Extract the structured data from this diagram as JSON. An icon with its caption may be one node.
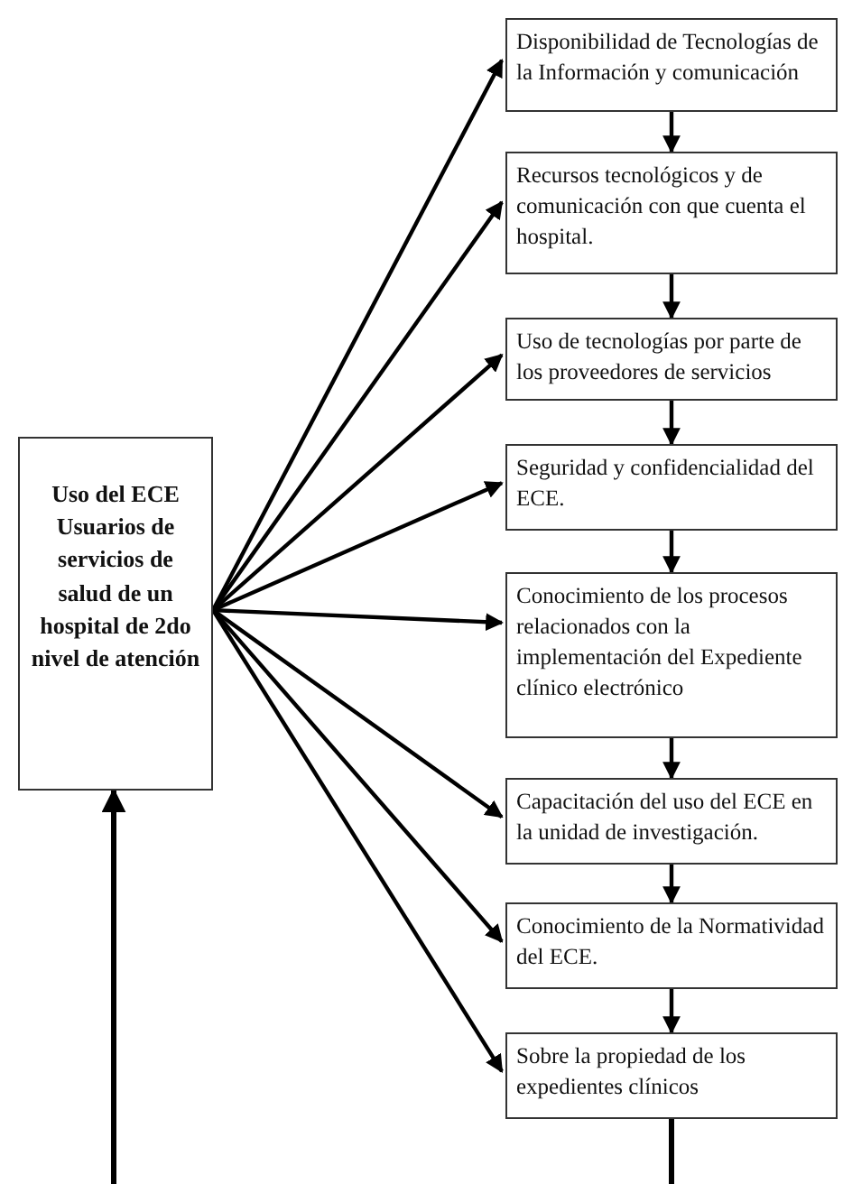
{
  "diagram": {
    "nodes": [
      {
        "text": [
          "Uso del ECE Usuarios de servicios de salud de un hospital de 2do nivel de atención"
        ]
      },
      {
        "text": [
          "Disponibilidad de Tecnologías de la Información y comunicación"
        ]
      },
      {
        "text": [
          "Recursos tecnológicos y de comunicación con que cuenta el hospital."
        ]
      },
      {
        "text": [
          "Uso de tecnologías por parte de los proveedores de servicios"
        ]
      },
      {
        "text": [
          "Seguridad y confidencialidad del ECE."
        ]
      },
      {
        "text": [
          "Conocimiento de los procesos relacionados con la implementación del Expediente clínico electrónico"
        ]
      },
      {
        "text": [
          "Capacitación del uso del ECE en la unidad de investigación."
        ]
      },
      {
        "text": [
          "Conocimiento de la Normatividad del ECE."
        ]
      },
      {
        "text": [
          "Sobre la propiedad de los expedientes clínicos"
        ]
      }
    ],
    "edges": [
      {
        "from": 0,
        "to": 1,
        "arrow": "to"
      },
      {
        "from": 0,
        "to": 2,
        "arrow": "to"
      },
      {
        "from": 0,
        "to": 3,
        "arrow": "to"
      },
      {
        "from": 0,
        "to": 4,
        "arrow": "to"
      },
      {
        "from": 0,
        "to": 5,
        "arrow": "to"
      },
      {
        "from": 0,
        "to": 6,
        "arrow": "to"
      },
      {
        "from": 0,
        "to": 7,
        "arrow": "to"
      },
      {
        "from": 0,
        "to": 8,
        "arrow": "to"
      },
      {
        "from": 1,
        "to": 2,
        "arrow": "to"
      },
      {
        "from": 2,
        "to": 3,
        "arrow": "to"
      },
      {
        "from": 3,
        "to": 4,
        "arrow": "to"
      },
      {
        "from": 4,
        "to": 5,
        "arrow": "to"
      },
      {
        "from": 5,
        "to": 6,
        "arrow": "to"
      },
      {
        "from": 6,
        "to": 7,
        "arrow": "to"
      },
      {
        "from": 7,
        "to": 8,
        "arrow": "to"
      },
      {
        "from": null,
        "to": 0,
        "arrow": "to"
      },
      {
        "from": 8,
        "to": null,
        "arrow": "none"
      }
    ]
  }
}
